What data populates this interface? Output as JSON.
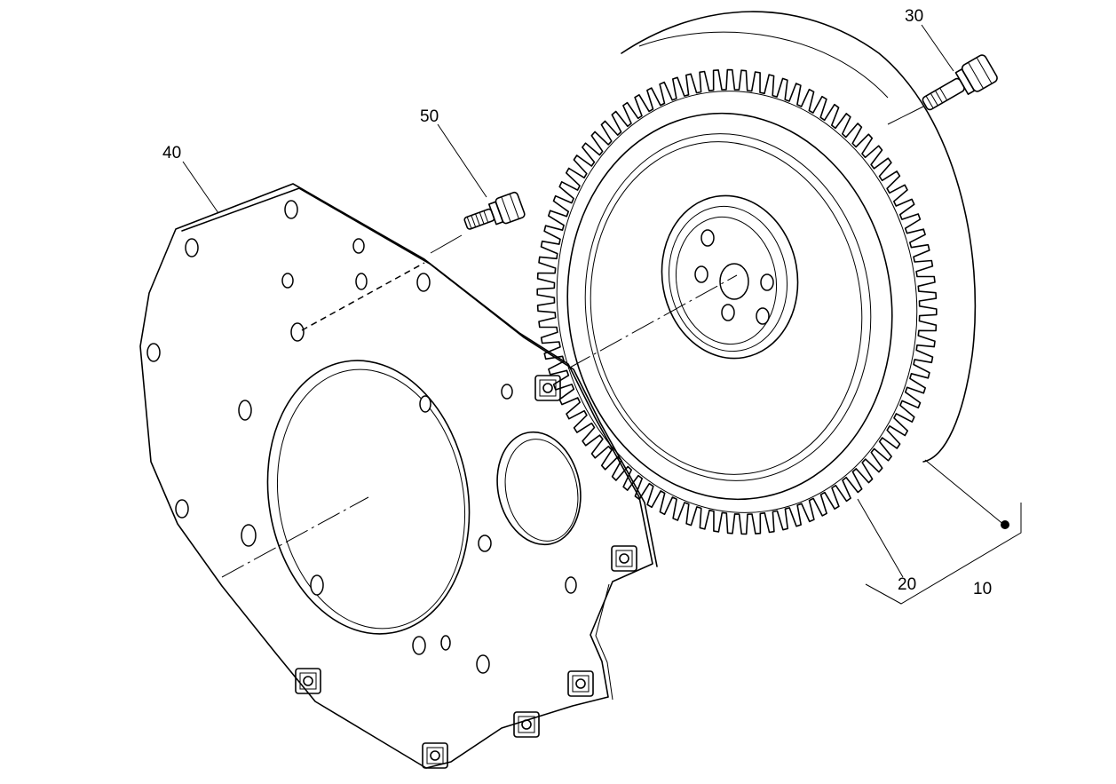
{
  "callouts": {
    "flywheel": "10",
    "ring_gear": "20",
    "flywheel_bolt": "30",
    "adapter_plate": "40",
    "plate_bolt": "50"
  },
  "icons": [
    "flywheel-icon",
    "ring-gear-icon",
    "bolt-icon",
    "adapter-plate-icon"
  ],
  "colors": {
    "ink": "#000000",
    "paper": "#ffffff"
  }
}
